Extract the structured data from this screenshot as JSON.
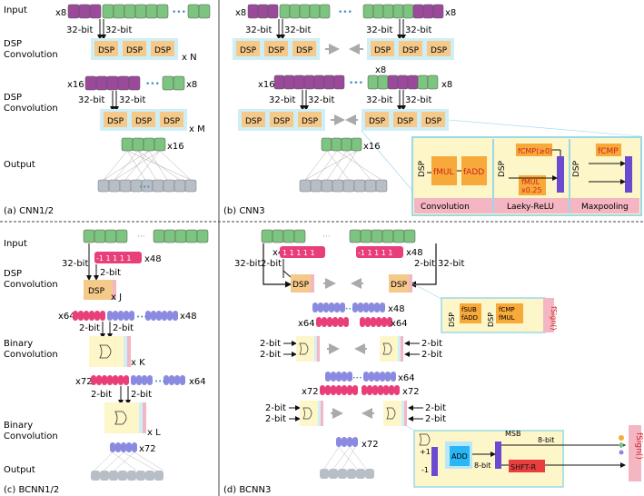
{
  "labels": {
    "input": "Input",
    "dsp_conv_1": "DSP\nConvolution",
    "dsp_conv_2": "DSP\nConvolution",
    "output": "Output",
    "bin_input": "Input",
    "bin_dsp_conv": "DSP\nConvolution",
    "bin_conv_1": "Binary\nConvolution",
    "bin_conv_2": "Binary\nConvolution",
    "bin_output": "Output"
  },
  "captions": {
    "a": "(a) CNN1/2",
    "b": "(b) CNN3",
    "c": "(c) BCNN1/2",
    "d": "(d) BCNN3"
  },
  "text": {
    "x8": "x8",
    "x16": "x16",
    "x48": "x48",
    "x64": "x64",
    "x72": "x72",
    "xN": "x N",
    "xM": "x M",
    "xJ": "x J",
    "xK": "x K",
    "xL": "x L",
    "b32": "32-bit",
    "b2": "2-bit",
    "b8": "8-bit",
    "dsp": "DSP",
    "dots": "•••",
    "dots_gray": "···",
    "fmul": "fMUL",
    "fadd": "fADD",
    "fcmp0": "fCMP(≥0)",
    "fmul025": "fMUL\nx0.25",
    "fcmp": "fCMP",
    "convolution": "Convolution",
    "leaky": "Laeky-ReLU",
    "maxpool": "Maxpooling",
    "fsub": "fSUB",
    "fsign": "fSign()",
    "ones": "-1 1 1 1 1",
    "ones2": "1 1 1 1 1",
    "msb": "MSB",
    "add": "ADD",
    "shft": "SHFT-R",
    "plus1": "+1",
    "minus1": "-1"
  },
  "colors": {
    "purple": "#9b4a9b",
    "green": "#7cc47f",
    "blue_lane": "#cfeef6",
    "dsp_fill": "#f5c98a",
    "pink": "#e83e7a",
    "violet": "#8a8ae0",
    "yellow_box": "#fdf6c9",
    "pink_bar": "#f4b6c2",
    "gray_node": "#b7bec6",
    "orange": "#f7a93a"
  }
}
